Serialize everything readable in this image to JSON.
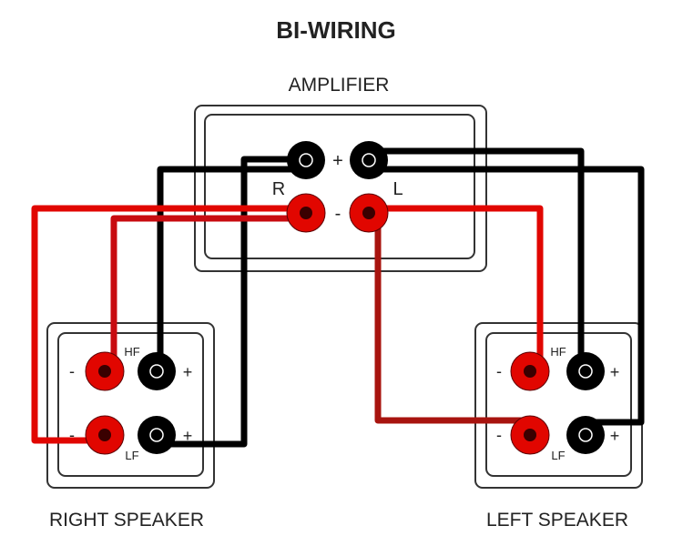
{
  "title": "BI-WIRING",
  "amplifier": {
    "label": "AMPLIFIER",
    "right_channel": "R",
    "left_channel": "L",
    "plus": "+",
    "minus": "-"
  },
  "right_speaker": {
    "label": "RIGHT SPEAKER",
    "hf": "HF",
    "lf": "LF",
    "plus": "+",
    "minus": "-"
  },
  "left_speaker": {
    "label": "LEFT SPEAKER",
    "hf": "HF",
    "lf": "LF",
    "plus": "+",
    "minus": "-"
  },
  "colors": {
    "positive": "#000000",
    "negative": "#e10600",
    "outline": "#333333"
  }
}
